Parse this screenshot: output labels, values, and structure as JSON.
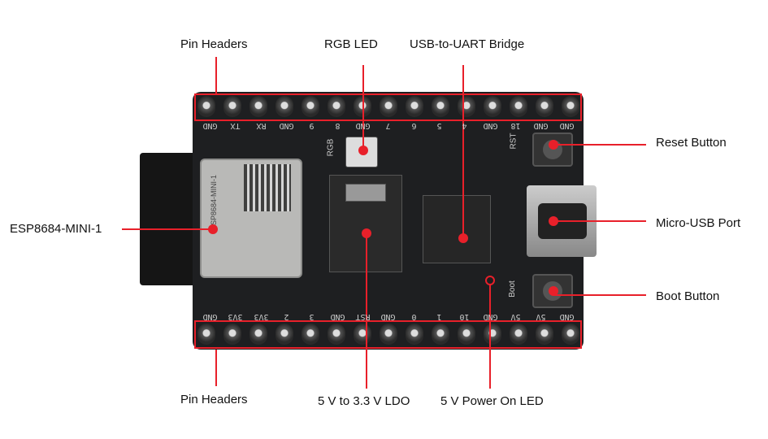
{
  "callouts": {
    "pin_headers_top": "Pin Headers",
    "rgb_led": "RGB LED",
    "usb_uart_bridge": "USB-to-UART Bridge",
    "reset_button": "Reset Button",
    "micro_usb_port": "Micro-USB Port",
    "boot_button": "Boot Button",
    "module": "ESP8684-MINI-1",
    "pin_headers_bottom": "Pin Headers",
    "ldo": "5 V to 3.3 V LDO",
    "power_led": "5 V Power On LED"
  },
  "board": {
    "top_pins": [
      "GND",
      "TX",
      "RX",
      "GND",
      "9",
      "8",
      "GND",
      "7",
      "6",
      "5",
      "4",
      "GND",
      "18",
      "GND",
      "GND"
    ],
    "bottom_pins": [
      "GND",
      "3V3",
      "3V3",
      "2",
      "3",
      "GND",
      "RST",
      "GND",
      "0",
      "1",
      "10",
      "GND",
      "5V",
      "5V",
      "GND"
    ],
    "silk_rgb": "RGB",
    "silk_rst": "RST",
    "silk_boot": "Boot"
  },
  "colors": {
    "accent": "#e8202a",
    "board": "#1e1f21"
  }
}
